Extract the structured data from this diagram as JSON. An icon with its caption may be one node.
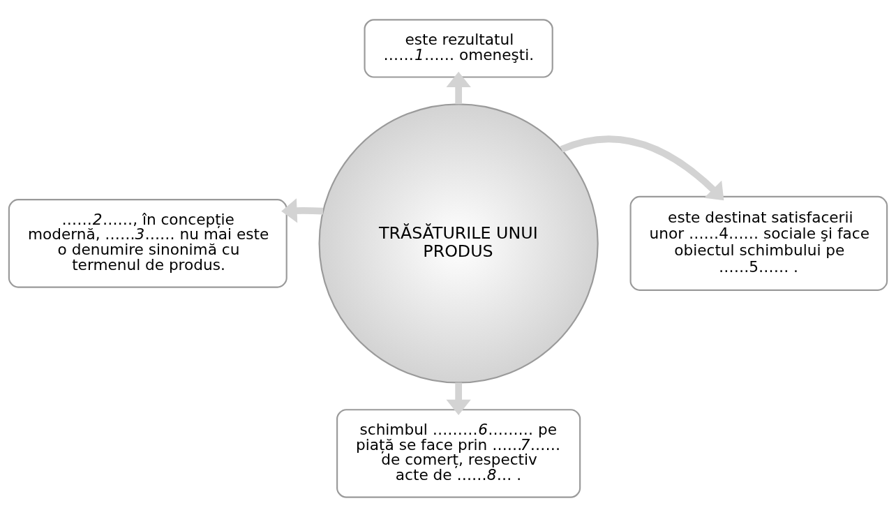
{
  "diagram": {
    "nodes": [
      {
        "text": [
          "TRĂSĂTURILE UNUI PRODUS"
        ]
      },
      {
        "text": [
          "este rezultatul ……*1*…… omeneşti."
        ]
      },
      {
        "text": [
          "……*2*……, în concepție modernă, ……*3*…… nu mai este o denumire sinonimă cu termenul de produs."
        ]
      },
      {
        "text": [
          "este destinat satisfacerii unor ……4…… sociale şi face obiectul schimbului pe ……5…… ."
        ]
      },
      {
        "text": [
          "schimbul ………*6*……… pe piață se face prin ……*7*…… de comerț, respectiv acte de ……*8*… ."
        ]
      }
    ],
    "edges": [
      {
        "from": 0,
        "to": 1,
        "arrow": "to"
      },
      {
        "from": 0,
        "to": 2,
        "arrow": "to"
      },
      {
        "from": 0,
        "to": 3,
        "arrow": "to"
      },
      {
        "from": 0,
        "to": 4,
        "arrow": "to"
      }
    ]
  }
}
